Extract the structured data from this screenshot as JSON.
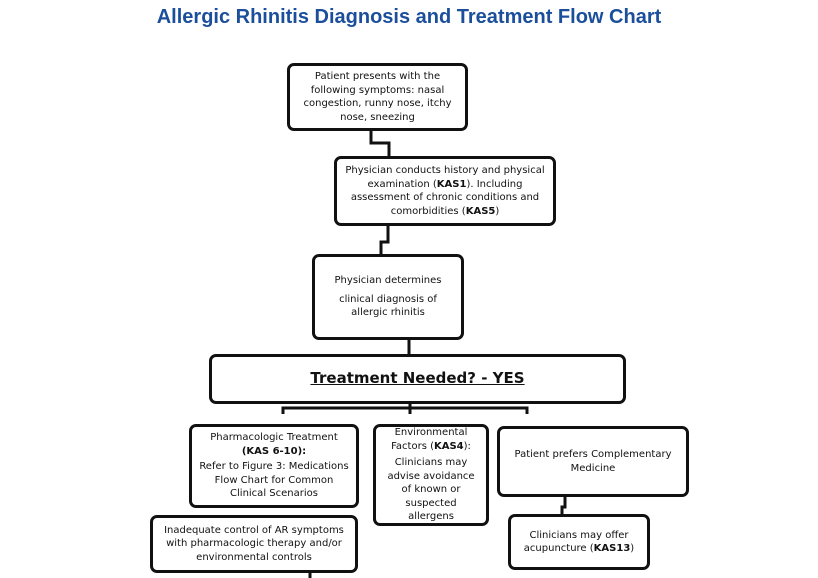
{
  "title": "Allergic Rhinitis Diagnosis and Treatment Flow Chart",
  "nodes": {
    "symptoms": "Patient presents with the following symptoms: nasal congestion, runny nose, itchy nose, sneezing",
    "history": {
      "pre": "Physician conducts history and physical examination (",
      "kas1": "KAS1",
      "mid": "). Including assessment of chronic conditions and comorbidities (",
      "kas5": "KAS5",
      "post": ")"
    },
    "diagnosis_line1": "Physician determines",
    "diagnosis_line2": "clinical diagnosis of allergic rhinitis",
    "treatment_needed": "Treatment Needed? - YES",
    "pharma_title": "Pharmacologic Treatment",
    "pharma_kas": "(KAS 6-10):",
    "pharma_ref": "Refer to Figure 3: Medications Flow Chart for Common Clinical Scenarios",
    "env_title": "Environmental",
    "env_factors_pre": "Factors (",
    "env_kas": "KAS4",
    "env_factors_post": "):",
    "env_advice": "Clinicians may advise avoidance of known or suspected allergens",
    "complementary": "Patient prefers Complementary Medicine",
    "acupuncture_pre": "Clinicians may offer acupuncture (",
    "acupuncture_kas": "KAS13",
    "acupuncture_post": ")",
    "inadequate": "Inadequate control of AR symptoms with pharmacologic therapy and/or environmental controls"
  }
}
